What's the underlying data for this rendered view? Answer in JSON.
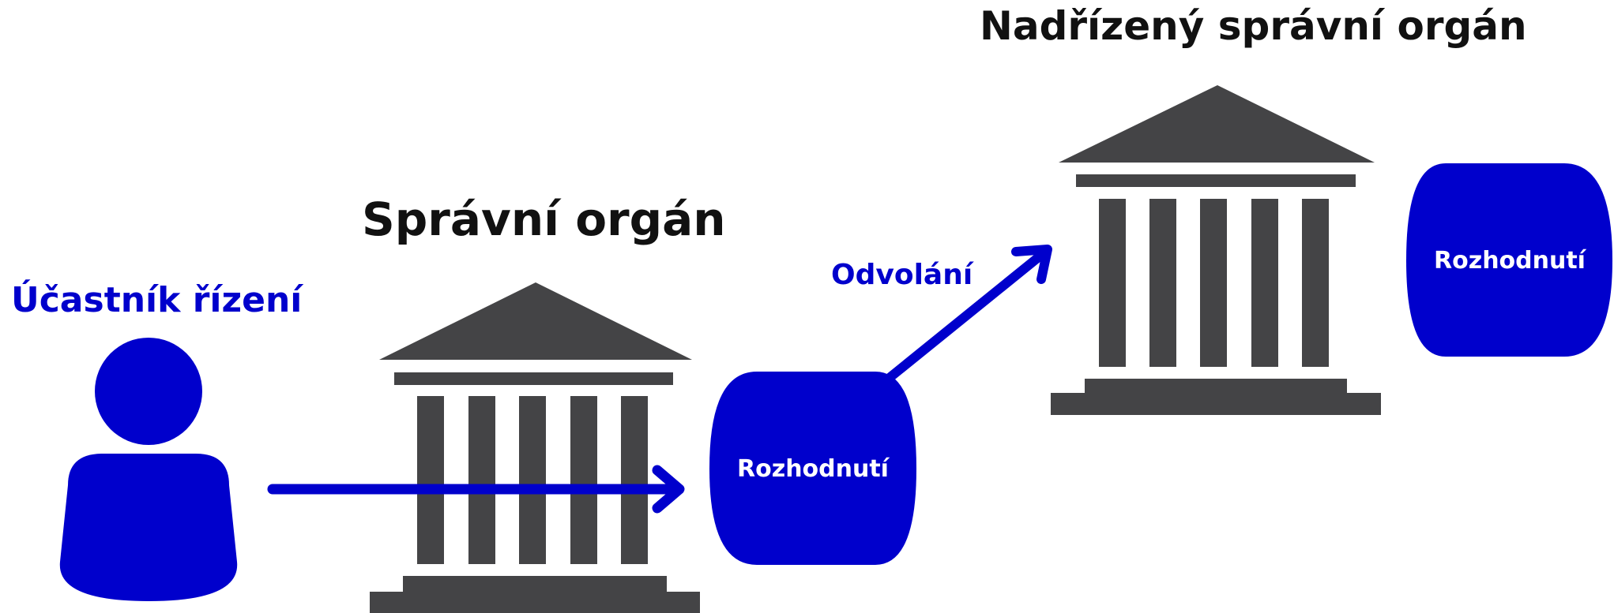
{
  "labels": {
    "participant": "Účastník řízení",
    "authority": "Správní orgán",
    "superior_authority": "Nadřízený správní orgán",
    "appeal": "Odvolání",
    "decision_first": "Rozhodnutí",
    "decision_second": "Rozhodnutí"
  },
  "colors": {
    "blue": "#0000cc",
    "building": "#444446",
    "text_dark": "#111111",
    "text_on_blue": "#ffffff"
  },
  "icons": {
    "participant": "person-icon",
    "authority": "courthouse-icon",
    "superior_authority": "courthouse-icon"
  }
}
